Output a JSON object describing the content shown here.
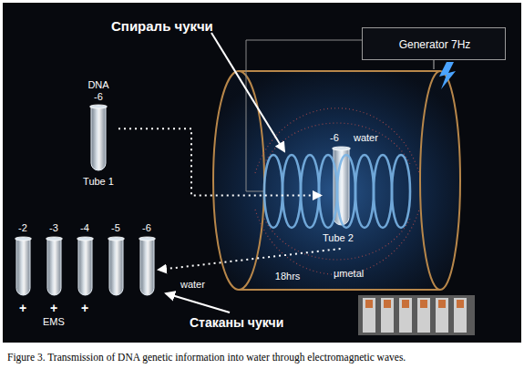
{
  "diagram": {
    "caption": "Figure 3. Transmission of DNA genetic information into water through electromagnetic waves.",
    "nodes": [
      {
        "text": [
          "Generator 7Hz"
        ]
      },
      {
        "text": [
          "DNA -6",
          "Tube 1"
        ]
      },
      {
        "text": [
          "μmetal"
        ]
      },
      {
        "text": [
          "-6",
          "water",
          "Tube 2"
        ],
        "in": 2
      },
      {
        "text": [
          "-2"
        ]
      },
      {
        "text": [
          "-3"
        ]
      },
      {
        "text": [
          "-4"
        ]
      },
      {
        "text": [
          "-5"
        ]
      },
      {
        "text": [
          "-6"
        ]
      }
    ],
    "edges": [
      {
        "from": 1,
        "to": 3,
        "arrow": "to"
      },
      {
        "from": 3,
        "to": 8,
        "arrow": "to",
        "label": "18hrs"
      },
      {
        "from": 0,
        "to": 2,
        "arrow": "none"
      }
    ],
    "labels": [
      "Спираль чукчи",
      "water",
      "+",
      "+",
      "+",
      "EMS",
      "Стаканы чукчи"
    ]
  }
}
